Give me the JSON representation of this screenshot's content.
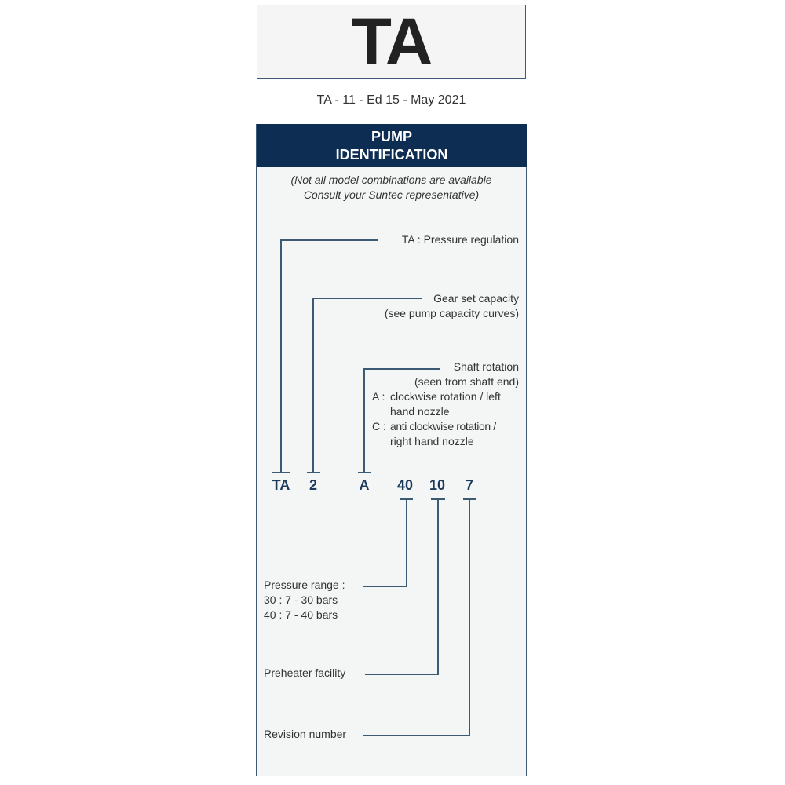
{
  "title": "TA",
  "edition": "TA - 11 - Ed 15 - May 2021",
  "header": {
    "line1": "PUMP",
    "line2": "IDENTIFICATION"
  },
  "note": {
    "line1": "(Not all model combinations are available",
    "line2": "Consult your Suntec representative)"
  },
  "codes": [
    "TA",
    "2",
    "A",
    "40",
    "10",
    "7"
  ],
  "descriptions": {
    "regulation": "TA : Pressure regulation",
    "gear": {
      "line1": "Gear set capacity",
      "line2": "(see pump capacity curves)"
    },
    "shaft": {
      "line1": "Shaft rotation",
      "line2": "(seen from shaft end)",
      "a_key": "A :",
      "a_text1": "clockwise rotation / left",
      "a_text2": "hand nozzle",
      "c_key": "C :",
      "c_text1": "anti clockwise rotation /",
      "c_text2": "right hand nozzle"
    },
    "pressure": {
      "line1": "Pressure range :",
      "line2": "30 : 7 - 30 bars",
      "line3": "40 : 7 - 40 bars"
    },
    "preheater": "Preheater facility",
    "revision": "Revision number"
  },
  "colors": {
    "header_bg": "#0d2d52",
    "line": "#3d5a75",
    "code": "#1c3a5c"
  }
}
